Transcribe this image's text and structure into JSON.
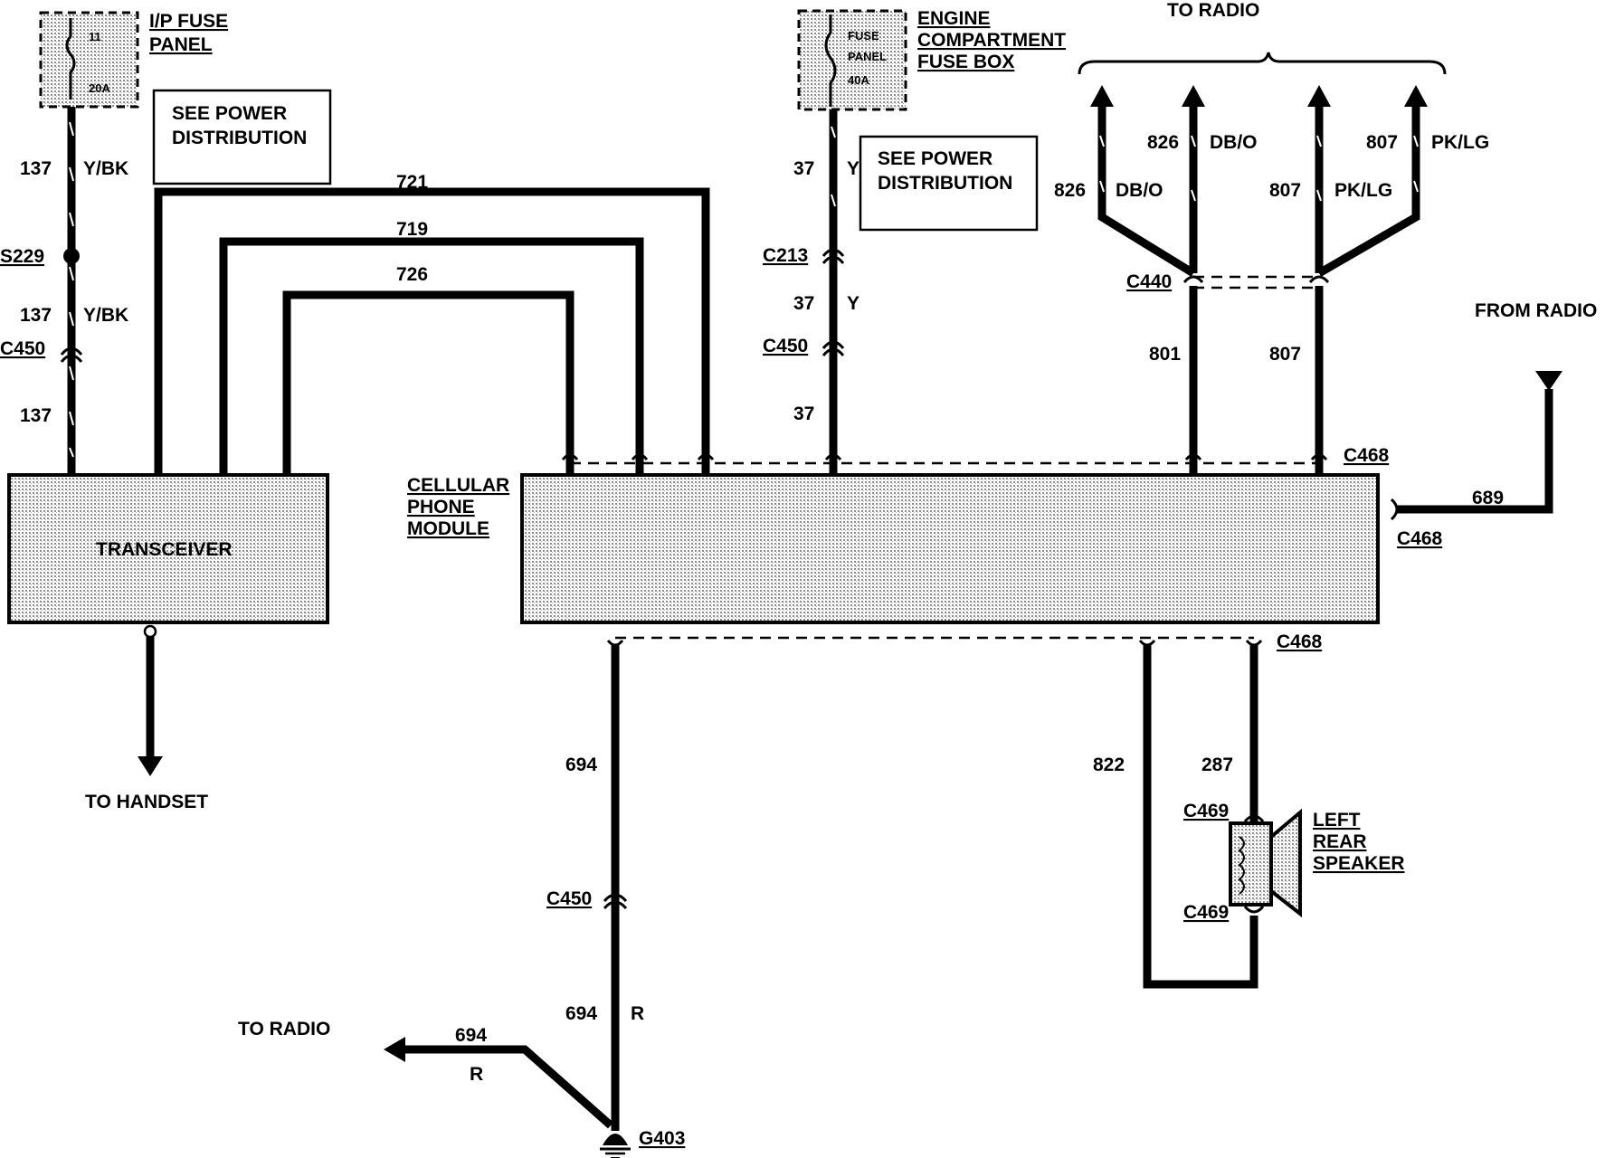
{
  "fuse_ip": {
    "title_line1": "I/P FUSE",
    "title_line2": "PANEL",
    "fuse_number": "11",
    "fuse_rating": "20A"
  },
  "fuse_engine": {
    "title_line1": "ENGINE",
    "title_line2": "COMPARTMENT",
    "title_line3": "FUSE BOX",
    "inner_line1": "FUSE",
    "inner_line2": "PANEL",
    "inner_line3": "40A"
  },
  "power_dist_left": {
    "line1": "SEE POWER",
    "line2": "DISTRIBUTION"
  },
  "power_dist_right": {
    "line1": "SEE POWER",
    "line2": "DISTRIBUTION"
  },
  "left_circuit": {
    "wire_1": "137",
    "color_1": "Y/BK",
    "splice": "S229",
    "wire_2": "137",
    "color_2": "Y/BK",
    "connector": "C450",
    "wire_3": "137"
  },
  "transceiver": {
    "label": "TRANSCEIVER",
    "to_handset": "TO HANDSET"
  },
  "bus_wires": {
    "w1": "721",
    "w2": "719",
    "w3": "726"
  },
  "power_circuit": {
    "wire_1": "37",
    "color_1": "Y",
    "conn_1": "C213",
    "wire_2": "37",
    "color_2": "Y",
    "conn_2": "C450",
    "wire_3": "37"
  },
  "module": {
    "line1": "CELLULAR",
    "line2": "PHONE",
    "line3": "MODULE"
  },
  "radio_top": {
    "title": "TO RADIO",
    "w1": "826",
    "c1": "DB/O",
    "w2": "826",
    "c2": "DB/O",
    "w3": "807",
    "c3": "PK/LG",
    "w4": "807",
    "c4": "PK/LG",
    "connector": "C440",
    "lower_left": "801",
    "lower_right": "807"
  },
  "connectors": {
    "c468_top": "C468",
    "c468_right": "C468",
    "c468_bottom": "C468"
  },
  "from_radio": {
    "label": "FROM RADIO",
    "wire": "689"
  },
  "bottom_left": {
    "wire_1": "694",
    "connector": "C450",
    "wire_2": "694",
    "color_2": "R",
    "ground": "G403",
    "to_radio": "TO RADIO",
    "radio_wire": "694",
    "radio_color": "R"
  },
  "speaker": {
    "wire_a": "822",
    "wire_b": "287",
    "conn_top": "C469",
    "conn_bottom": "C469",
    "line1": "LEFT",
    "line2": "REAR",
    "line3": "SPEAKER"
  }
}
